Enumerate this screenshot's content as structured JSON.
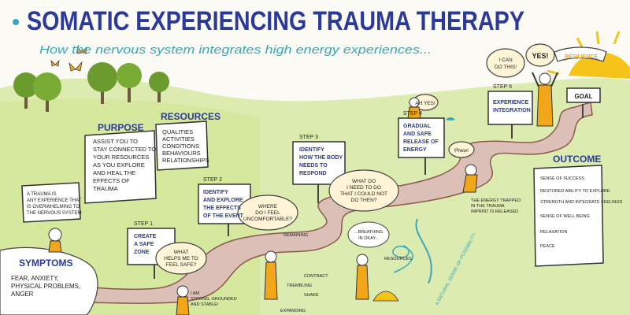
{
  "title": "SOMATIC EXPERIENCING TRAUMA THERAPY",
  "subtitle": "How the nervous system integrates high energy experiences...",
  "purpose": {
    "heading": "PURPOSE",
    "lines": [
      "ASSIST YOU TO",
      "STAY CONNECTED TO",
      "YOUR RESOURCES",
      "AS YOU EXPLORE",
      "AND HEAL THE",
      "EFFECTS OF",
      "TRAUMA"
    ]
  },
  "resources": {
    "heading": "RESOURCES",
    "items": [
      "QUALITIES",
      "ACTIVITIES",
      "CONDITIONS",
      "BEHAVIOURS",
      "RELATIONSHIPS"
    ]
  },
  "trauma_note": [
    "A TRAUMA IS",
    "ANY EXPERIENCE THAT",
    "IS OVERWHELMING TO",
    "THE NERVOUS SYSTEM"
  ],
  "symptoms": {
    "heading": "SYMPTOMS",
    "lines": [
      "FEAR, ANXIETY,",
      "PHYSICAL PROBLEMS,",
      "ANGER"
    ]
  },
  "steps": [
    {
      "label": "STEP 1",
      "sign": [
        "CREATE",
        "A SAFE",
        "ZONE"
      ]
    },
    {
      "label": "STEP 2",
      "sign": [
        "IDENTIFY",
        "AND EXPLORE",
        "THE EFFECTS",
        "OF THE EVENT"
      ]
    },
    {
      "label": "STEP 3",
      "sign": [
        "IDENTIFY",
        "HOW THE BODY",
        "NEEDS TO",
        "RESPOND"
      ]
    },
    {
      "label": "STEP 4",
      "sign": [
        "GRADUAL",
        "AND SAFE",
        "RELEASE OF",
        "ENERGY"
      ]
    },
    {
      "label": "STEP 5",
      "sign": [
        "EXPERIENCE",
        "INTEGRATION"
      ]
    }
  ],
  "bubbles": {
    "safe": [
      "WHAT",
      "HELPS ME TO",
      "FEEL SAFE?"
    ],
    "uncomfortable": [
      "WHERE",
      "DO I FEEL",
      "UNCOMFORTABLE?"
    ],
    "need": [
      "WHAT DO",
      "I NEED TO DO",
      "THAT I COULD NOT",
      "DO THEN?"
    ],
    "can_do": [
      "I CAN",
      "DO THIS!"
    ],
    "yes": "YES!",
    "phew": "Phew!",
    "ah_yes": "AH YES!",
    "breathing": [
      "...BREATHING",
      "IN OKAY..."
    ]
  },
  "small_texts": {
    "ground": [
      "I AM",
      "STRONG, GROUNDED",
      "AND STABLE!"
    ],
    "energy_note": [
      "THE ENERGY TRAPPED",
      "IN THE TRAUMA",
      "IMPRINT IS RELEASED"
    ],
    "arrow_label": "A NATURAL SENSE OF POSSIBILITY",
    "resources_tag": "RESOURCES",
    "remaining": "REMAINING",
    "contract": "CONTRACT",
    "trembling": "TREMBLING",
    "expanding": "EXPANDING",
    "shake": "SHAKE"
  },
  "resilience": "RESILIENCE",
  "goal": "GOAL",
  "outcome": {
    "heading": "OUTCOME",
    "items": [
      "SENSE OF SUCCESS",
      "RESTORED ABILITY TO EXPLORE",
      "STRENGTH AND INTEGRATE FEELINGS",
      "SENSE OF WELL BEING",
      "RELAXATION",
      "PEACE"
    ]
  },
  "colors": {
    "title_blue": "#2b3a98",
    "subtitle_teal": "#3aa6b9",
    "grass": "#b6d95c",
    "tree": "#6b9a2f",
    "path": "#d9bcb6",
    "figure": "#f2a619",
    "sun": "#f5c31a",
    "ink": "#2a2a2a"
  }
}
